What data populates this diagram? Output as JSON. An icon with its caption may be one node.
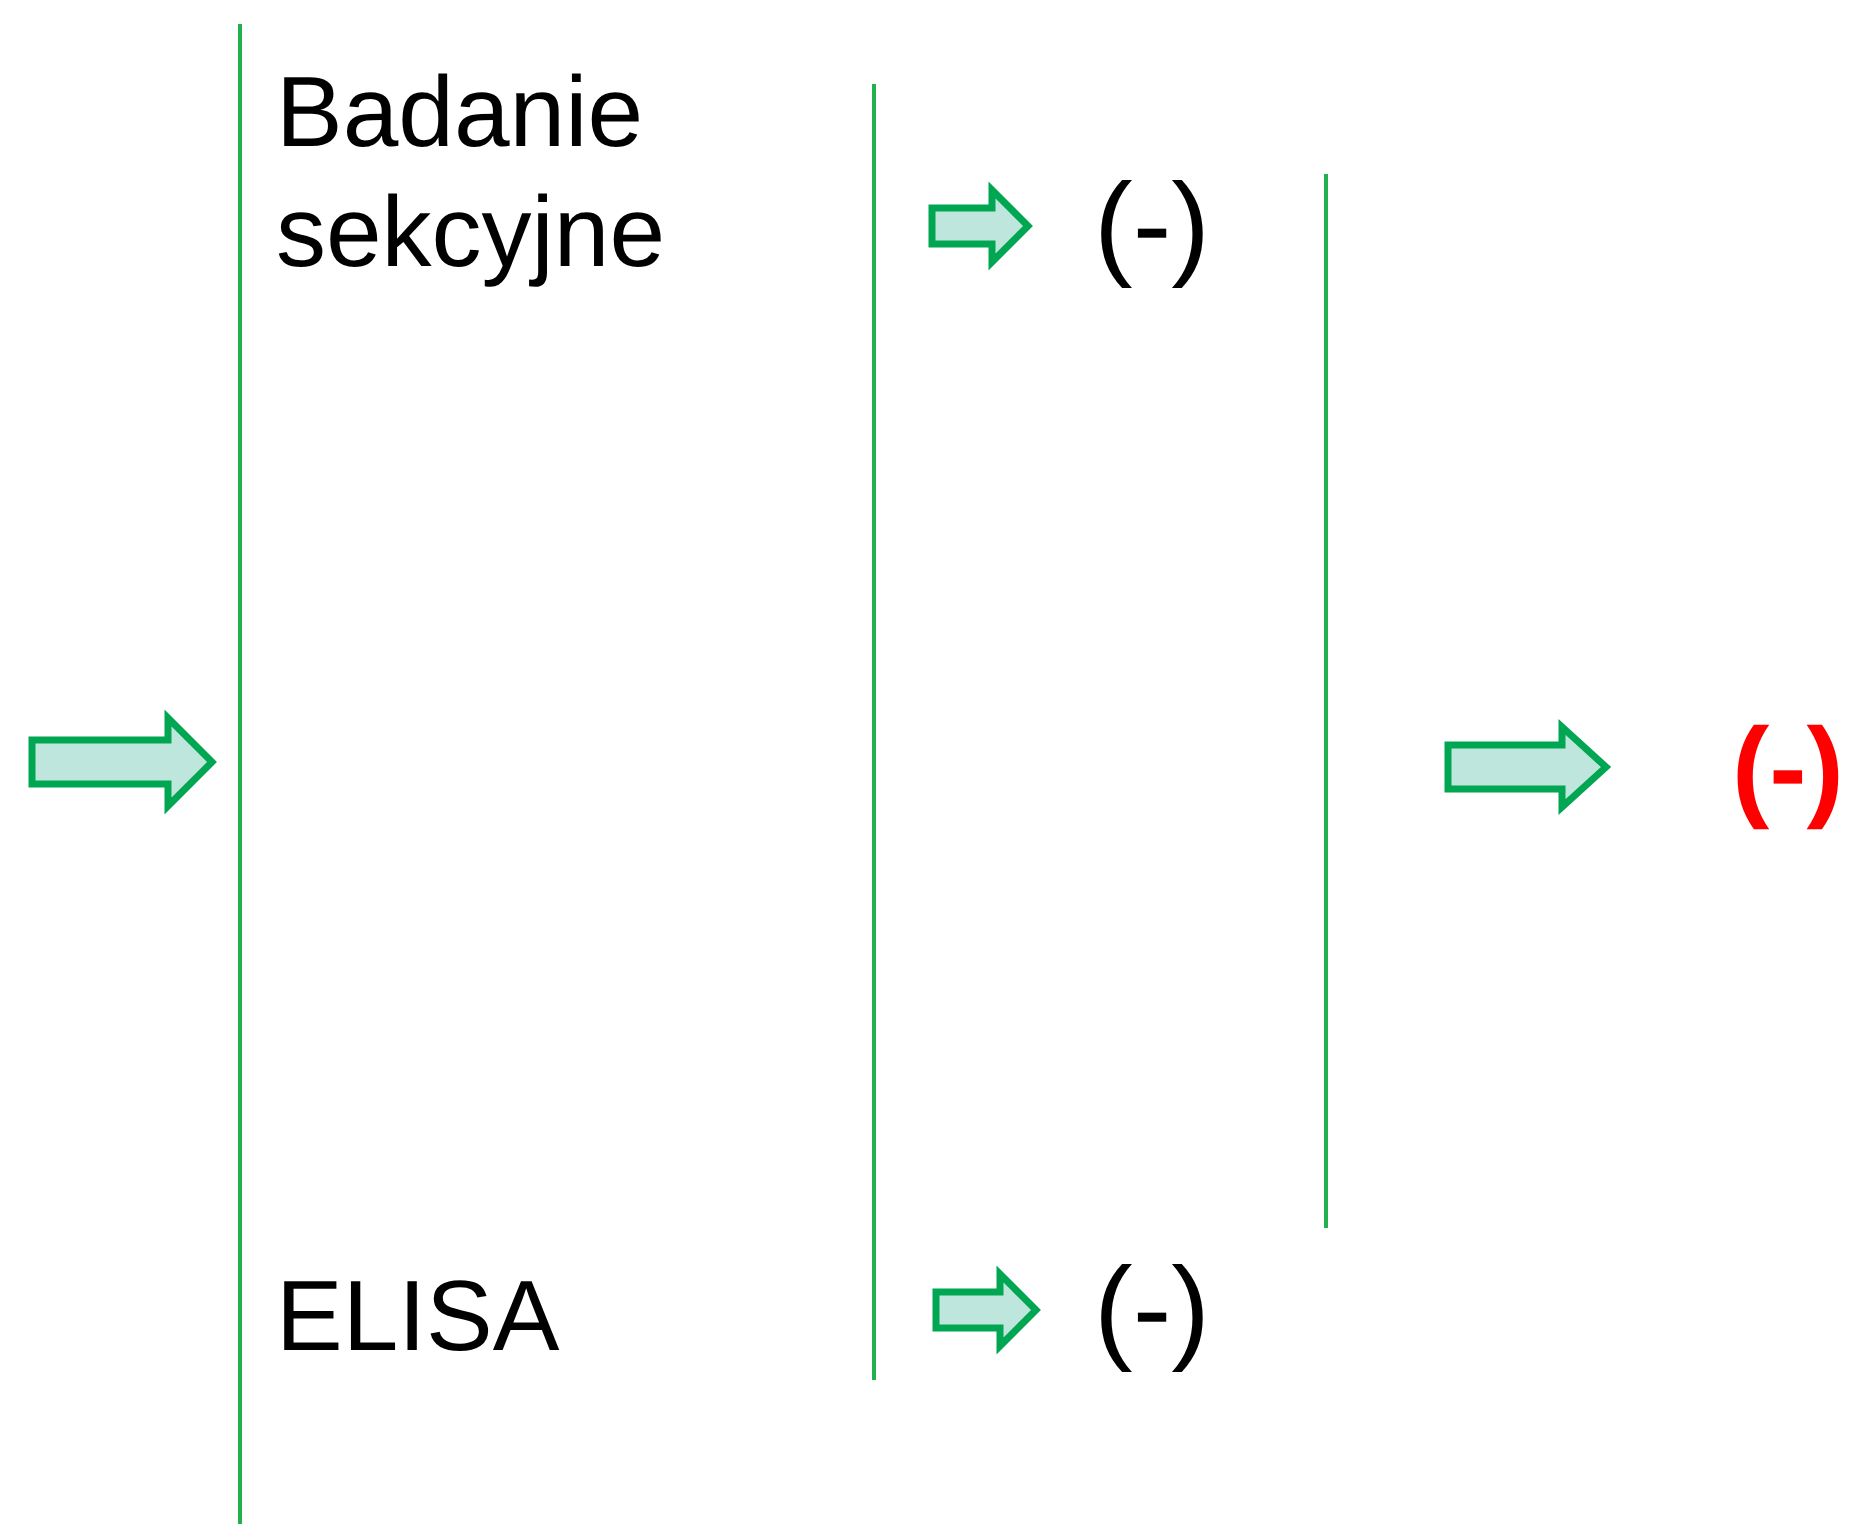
{
  "diagram": {
    "nodes": [
      {
        "text": [],
        "shape": "bar"
      },
      {
        "text": [
          "Badanie sekcyjne"
        ]
      },
      {
        "text": [
          "ELISA"
        ]
      },
      {
        "text": [],
        "shape": "bar"
      },
      {
        "text": [
          "(-)"
        ]
      },
      {
        "text": [
          "(-)"
        ]
      },
      {
        "text": [],
        "shape": "bar"
      },
      {
        "text": [
          "(-)"
        ]
      }
    ],
    "edges": [
      {
        "from": null,
        "to": 0,
        "arrow": "to"
      },
      {
        "from": 3,
        "to": 4,
        "arrow": "to"
      },
      {
        "from": 3,
        "to": 5,
        "arrow": "to"
      },
      {
        "from": 6,
        "to": 7,
        "arrow": "to"
      }
    ]
  }
}
